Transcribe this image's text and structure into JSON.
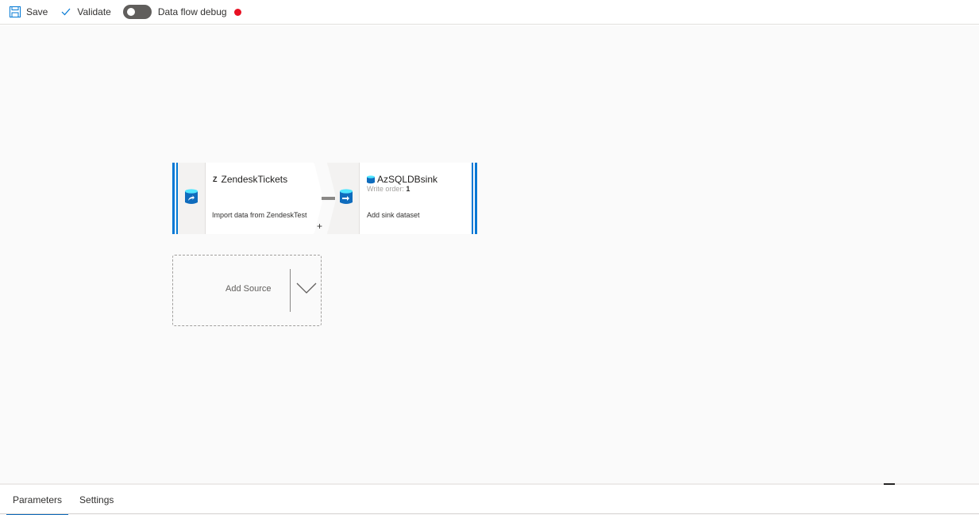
{
  "toolbar": {
    "save_label": "Save",
    "validate_label": "Validate",
    "debug_label": "Data flow debug",
    "debug_toggle_state": "off",
    "status_color": "#e81123"
  },
  "canvas": {
    "source_node": {
      "title": "ZendeskTickets",
      "title_icon": "zendesk-icon",
      "icon": "source-database-icon",
      "description": "Import data from ZendeskTest",
      "add_transform_label": "+"
    },
    "sink_node": {
      "title": "AzSQLDBsink",
      "title_icon": "sql-database-icon",
      "icon": "sink-database-icon",
      "write_order_label": "Write order:",
      "write_order_value": "1",
      "description": "Add sink dataset"
    },
    "add_source": {
      "label": "Add Source",
      "dropdown_icon": "chevron-down-icon"
    }
  },
  "bottom_panel": {
    "tabs": [
      {
        "label": "Parameters",
        "active": true
      },
      {
        "label": "Settings",
        "active": false
      }
    ]
  },
  "colors": {
    "accent": "#0078d4",
    "canvas_bg": "#fafafa",
    "tab_underline": "#0f6cbd"
  }
}
